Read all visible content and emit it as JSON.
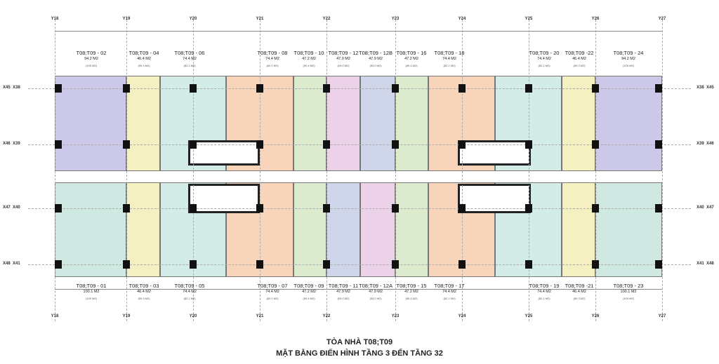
{
  "grid_x": [
    "Y18",
    "Y19",
    "Y20",
    "Y21",
    "Y22",
    "Y23",
    "Y24",
    "Y25",
    "Y26",
    "Y27"
  ],
  "grid_y_left": [
    "X45",
    "X46",
    "X47",
    "X48"
  ],
  "grid_y_left2": [
    "X38",
    "X39",
    "X40",
    "X41"
  ],
  "units_top": [
    {
      "name": "T08;T09 - 02",
      "area": "94.2 M2",
      "gross": "(105 M2)",
      "color": "#cbc8e8"
    },
    {
      "name": "T08;T09 - 04",
      "area": "46.4 M2",
      "gross": "(50.3 M2)",
      "color": "#f4f0c2"
    },
    {
      "name": "T08;T09 - 06",
      "area": "74.4 M2",
      "gross": "(82.1 M2)",
      "color": "#d4ece8"
    },
    {
      "name": "T08;T09 - 08",
      "area": "74.4 M2",
      "gross": "(82.1 M2)",
      "color": "#f8d4ba"
    },
    {
      "name": "T08;T09 - 10",
      "area": "47.2 M2",
      "gross": "(50.4 M2)",
      "color": "#dcebcd"
    },
    {
      "name": "T08;T09 - 12",
      "area": "47.9 M2",
      "gross": "(53.0 M2)",
      "color": "#ecd2e8"
    },
    {
      "name": "T08;T09 - 12B",
      "area": "47.9 M2",
      "gross": "(53.0 M2)",
      "color": "#d0d6ea"
    },
    {
      "name": "T08;T09 - 16",
      "area": "47.2 M2",
      "gross": "(50.4 M2)",
      "color": "#dcebcd"
    },
    {
      "name": "T08;T09 - 18",
      "area": "74.4 M2",
      "gross": "(82.1 M2)",
      "color": "#f8d4ba"
    },
    {
      "name": "T08;T09 - 20",
      "area": "74.4 M2",
      "gross": "(82.1 M2)",
      "color": "#d4ece8"
    },
    {
      "name": "T08;T09 -22",
      "area": "46.4 M2",
      "gross": "(50.3 M2)",
      "color": "#f4f0c2"
    },
    {
      "name": "T08;T09 - 24",
      "area": "94.2 M2",
      "gross": "(105 M2)",
      "color": "#cbc8e8"
    }
  ],
  "units_bottom": [
    {
      "name": "T08;T09 - 01",
      "area": "100.1 M2",
      "gross": "(109 M2)",
      "color": "#cfe8e2"
    },
    {
      "name": "T08;T09 - 03",
      "area": "46.4 M2",
      "gross": "(50.3 M2)",
      "color": "#f4f0c2"
    },
    {
      "name": "T08;T09 - 05",
      "area": "74.4 M2",
      "gross": "(82.1 M2)",
      "color": "#d4ece8"
    },
    {
      "name": "T08;T09 - 07",
      "area": "74.4 M2",
      "gross": "(82.1 M2)",
      "color": "#f8d4ba"
    },
    {
      "name": "T08;T09 - 09",
      "area": "47.2 M2",
      "gross": "(50.4 M2)",
      "color": "#dcebcd"
    },
    {
      "name": "T08;T09 - 11",
      "area": "47.9 M2",
      "gross": "(53.0 M2)",
      "color": "#d0d6ea"
    },
    {
      "name": "T08;T09 - 12A",
      "area": "47.9 M2",
      "gross": "(53.0 M2)",
      "color": "#ecd2e8"
    },
    {
      "name": "T08;T09 - 15",
      "area": "47.2 M2",
      "gross": "(50.4 M2)",
      "color": "#dcebcd"
    },
    {
      "name": "T08;T09 - 17",
      "area": "74.4 M2",
      "gross": "(82.1 M2)",
      "color": "#f8d4ba"
    },
    {
      "name": "T08;T09 - 19",
      "area": "74.4 M2",
      "gross": "(82.1 M2)",
      "color": "#d4ece8"
    },
    {
      "name": "T08;T09 -21",
      "area": "46.4 M2",
      "gross": "(50.3 M2)",
      "color": "#f4f0c2"
    },
    {
      "name": "T08;T09 - 23",
      "area": "100.1 M2",
      "gross": "(109 M2)",
      "color": "#cfe8e2"
    }
  ],
  "title": {
    "line1": "TÒA NHÀ T08;T09",
    "line2": "MẶT BẰNG ĐIỂN HÌNH TẦNG 3 ĐẾN TẦNG 32"
  }
}
